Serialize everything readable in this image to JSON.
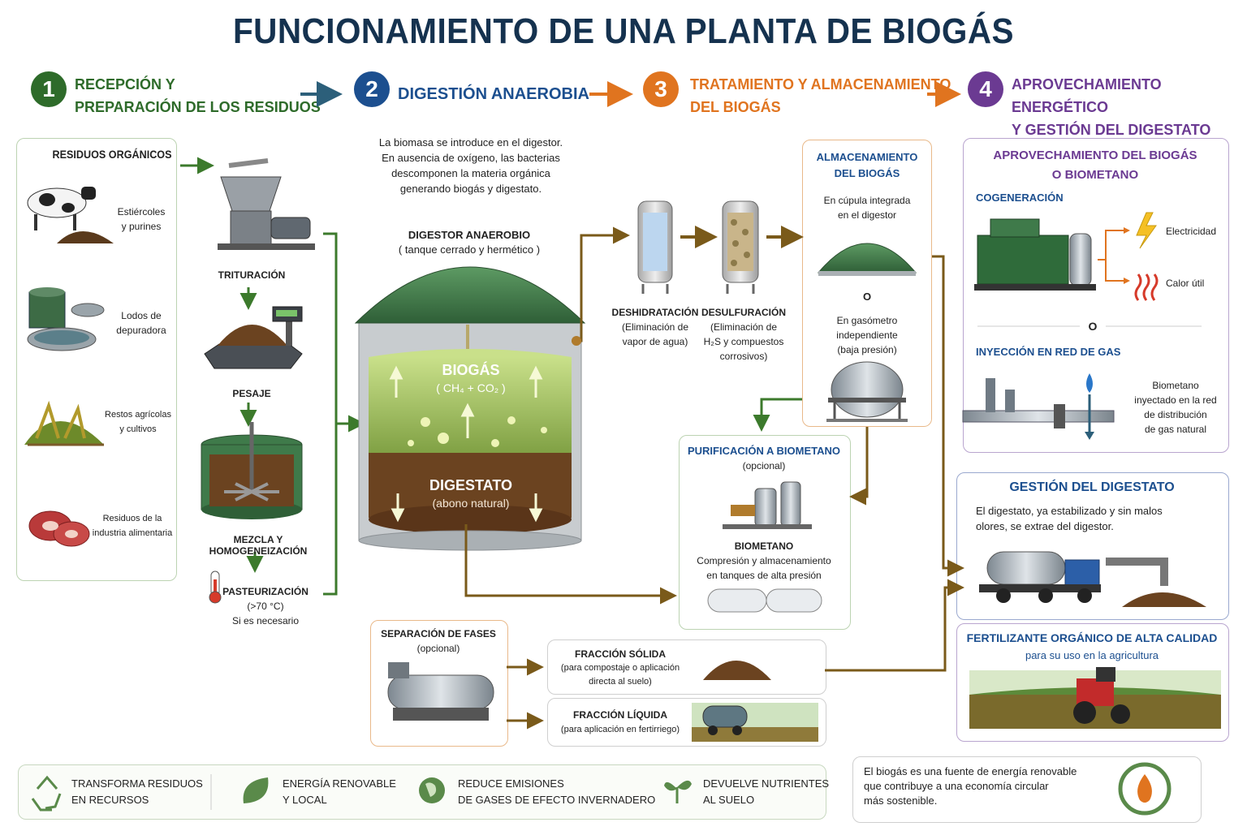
{
  "title": "FUNCIONAMIENTO DE UNA PLANTA DE BIOGÁS",
  "steps": [
    {
      "number": "1",
      "line1": "RECEPCIÓN Y",
      "line2": "PREPARACIÓN DE LOS RESIDUOS",
      "color": "#2e6b2a"
    },
    {
      "number": "2",
      "line1": "DIGESTIÓN ANAEROBIA",
      "line2": "",
      "color": "#1c4f8f"
    },
    {
      "number": "3",
      "line1": "TRATAMIENTO Y ALMACENAMIENTO",
      "line2": "DEL BIOGÁS",
      "color": "#e0741f"
    },
    {
      "number": "4",
      "line1": "APROVECHAMIENTO ENERGÉTICO",
      "line2": "Y GESTIÓN DEL DIGESTATO",
      "color": "#6b3a92"
    }
  ],
  "residuos": {
    "title": "RESIDUOS ORGÁNICOS",
    "items": [
      {
        "l1": "Estiércoles",
        "l2": "y purines",
        "icon": "cow-icon"
      },
      {
        "l1": "Lodos de",
        "l2": "depuradora",
        "icon": "sewage-tank-icon"
      },
      {
        "l1": "Restos agrícolas",
        "l2": "y cultivos",
        "icon": "crop-residue-icon"
      },
      {
        "l1": "Residuos de la",
        "l2": "industria alimentaria",
        "icon": "meat-icon"
      }
    ]
  },
  "prep": {
    "trituracion": "TRITURACIÓN",
    "pesaje": "PESAJE",
    "mezcla": "MEZCLA Y HOMOGENEIZACIÓN",
    "past_title": "PASTEURIZACIÓN",
    "past_temp": "(>70 °C)",
    "past_note": "Si es necesario"
  },
  "digestor": {
    "intro": [
      "La biomasa se introduce en el digestor.",
      "En ausencia de oxígeno, las bacterias",
      "descomponen la materia orgánica",
      "generando biogás y digestato."
    ],
    "title": "DIGESTOR ANAEROBIO",
    "subtitle": "( tanque cerrado y hermético )",
    "biogas": "BIOGÁS",
    "biogas_formula": "( CH₄ + CO₂ )",
    "digestato": "DIGESTATO",
    "digestato_sub": "(abono natural)"
  },
  "treatment": {
    "desh_title": "DESHIDRATACIÓN",
    "desh_l1": "(Eliminación de",
    "desh_l2": "vapor de agua)",
    "desulf_title": "DESULFURACIÓN",
    "desulf_l1": "(Eliminación de",
    "desulf_l2": "H₂S y compuestos",
    "desulf_l3": "corrosivos)"
  },
  "storage": {
    "title1": "ALMACENAMIENTO",
    "title2": "DEL BIOGÁS",
    "opt1_l1": "En cúpula integrada",
    "opt1_l2": "en el digestor",
    "or": "O",
    "opt2_l1": "En gasómetro",
    "opt2_l2": "independiente",
    "opt2_l3": "(baja presión)"
  },
  "purif": {
    "title": "PURIFICACIÓN A BIOMETANO",
    "optional": "(opcional)",
    "product": "BIOMETANO",
    "desc1": "Compresión y almacenamiento",
    "desc2": "en tanques de alta presión"
  },
  "separation": {
    "title": "SEPARACIÓN DE FASES",
    "optional": "(opcional)",
    "solid_title": "FRACCIÓN SÓLIDA",
    "solid_l1": "(para compostaje o aplicación",
    "solid_l2": "directa al suelo)",
    "liquid_title": "FRACCIÓN LÍQUIDA",
    "liquid_l1": "(para aplicación en fertirriego)"
  },
  "aprov": {
    "title1": "APROVECHAMIENTO DEL BIOGÁS",
    "title2": "O BIOMETANO",
    "cogen": "COGENERACIÓN",
    "elec": "Electricidad",
    "calor": "Calor útil",
    "or": "O",
    "inyeccion": "INYECCIÓN EN RED DE GAS",
    "bio_l1": "Biometano",
    "bio_l2": "inyectado en la red",
    "bio_l3": "de distribución",
    "bio_l4": "de gas natural"
  },
  "gestion": {
    "title": "GESTIÓN DEL DIGESTATO",
    "l1": "El digestato, ya estabilizado y sin malos",
    "l2": "olores, se extrae del digestor.",
    "fert_title": "FERTILIZANTE ORGÁNICO DE ALTA CALIDAD",
    "fert_sub": "para su uso en la agricultura"
  },
  "benefits": [
    {
      "l1": "TRANSFORMA RESIDUOS",
      "l2": "EN RECURSOS",
      "icon": "recycle-icon"
    },
    {
      "l1": "ENERGÍA RENOVABLE",
      "l2": "Y LOCAL",
      "icon": "leaf-icon"
    },
    {
      "l1": "REDUCE EMISIONES",
      "l2": "DE GASES DE EFECTO INVERNADERO",
      "icon": "globe-leaf-icon"
    },
    {
      "l1": "DEVUELVE NUTRIENTES",
      "l2": "AL SUELO",
      "icon": "sprout-icon"
    }
  ],
  "closing": {
    "l1": "El biogás es una fuente de energía renovable",
    "l2": "que contribuye a una economía circular",
    "l3": "más sostenible."
  },
  "colors": {
    "title": "#15324f",
    "arrow_brown": "#7a5a1a",
    "arrow_green": "#3c7a2c",
    "dome_green": "#3f7a4a",
    "digestate": "#6b4320",
    "purple": "#6b3a92",
    "orange": "#e0741f"
  }
}
